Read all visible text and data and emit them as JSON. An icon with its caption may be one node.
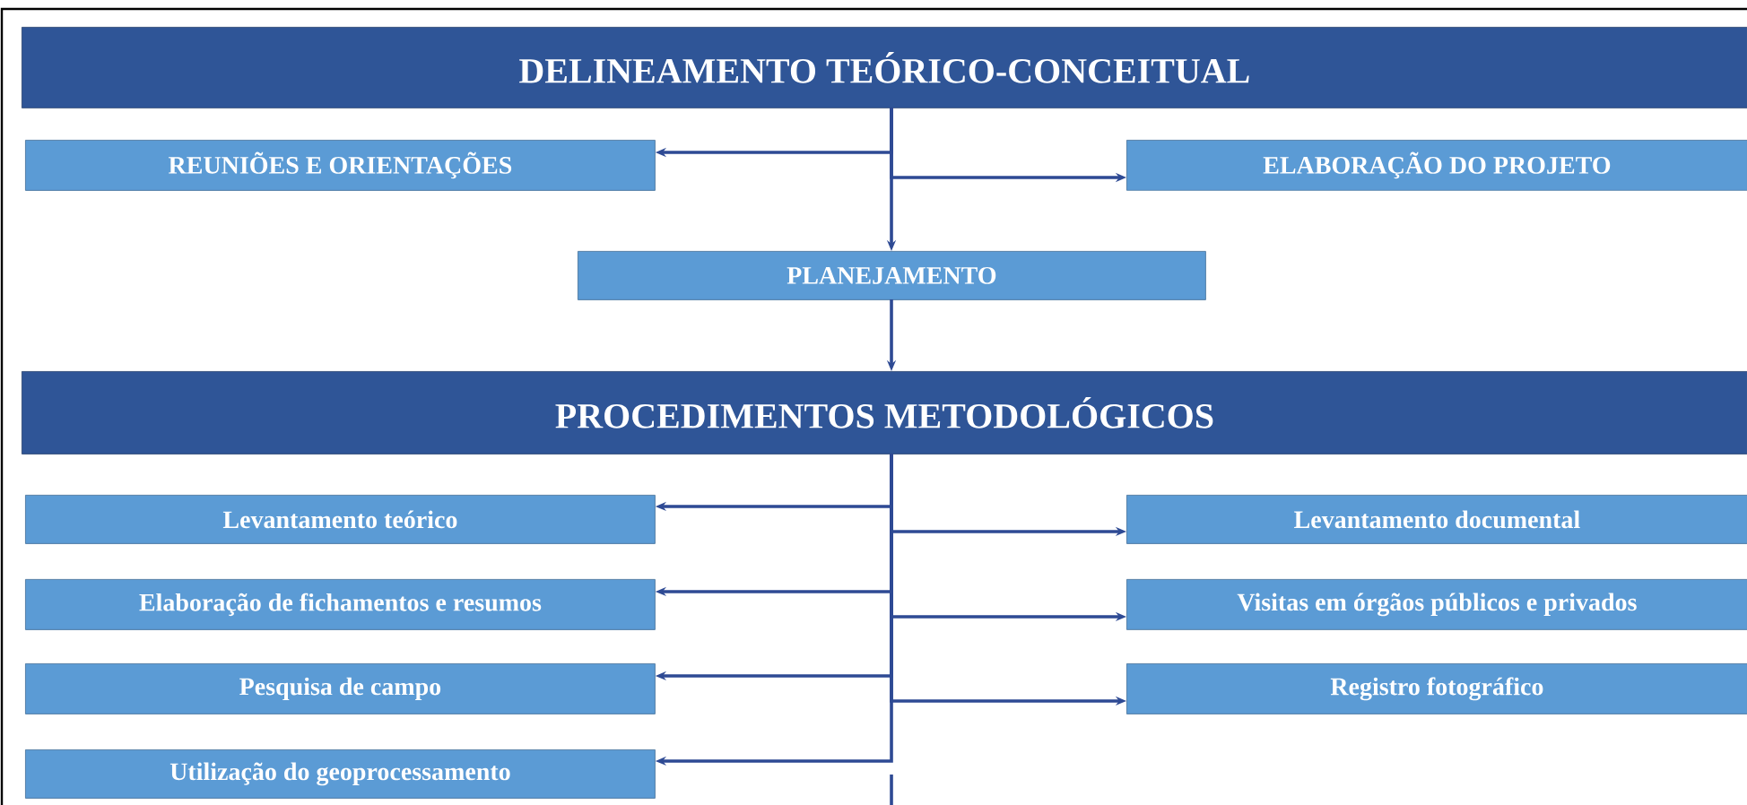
{
  "diagram": {
    "nodes": [
      {
        "text": [
          "DELINEAMENTO TEÓRICO-CONCEITUAL"
        ]
      },
      {
        "text": [
          "REUNIÕES E ORIENTAÇÕES"
        ]
      },
      {
        "text": [
          "ELABORAÇÃO DO PROJETO"
        ]
      },
      {
        "text": [
          "PLANEJAMENTO"
        ]
      },
      {
        "text": [
          "PROCEDIMENTOS METODOLÓGICOS"
        ]
      },
      {
        "text": [
          "Levantamento teórico"
        ]
      },
      {
        "text": [
          "Levantamento documental"
        ]
      },
      {
        "text": [
          "Elaboração de fichamentos e resumos"
        ]
      },
      {
        "text": [
          "Visitas em órgãos públicos e privados"
        ]
      },
      {
        "text": [
          "Pesquisa de campo"
        ]
      },
      {
        "text": [
          "Registro fotográfico"
        ]
      },
      {
        "text": [
          "Utilização do geoprocessamento"
        ]
      }
    ],
    "edges": [
      {
        "from": 0,
        "to": 1,
        "arrow": "to"
      },
      {
        "from": 0,
        "to": 2,
        "arrow": "to"
      },
      {
        "from": 0,
        "to": 3,
        "arrow": "to"
      },
      {
        "from": 3,
        "to": 4,
        "arrow": "to"
      },
      {
        "from": 4,
        "to": 5,
        "arrow": "to"
      },
      {
        "from": 4,
        "to": 6,
        "arrow": "to"
      },
      {
        "from": 4,
        "to": 7,
        "arrow": "to"
      },
      {
        "from": 4,
        "to": 8,
        "arrow": "to"
      },
      {
        "from": 4,
        "to": 9,
        "arrow": "to"
      },
      {
        "from": 4,
        "to": 10,
        "arrow": "to"
      },
      {
        "from": 4,
        "to": 11,
        "arrow": "to"
      }
    ]
  }
}
